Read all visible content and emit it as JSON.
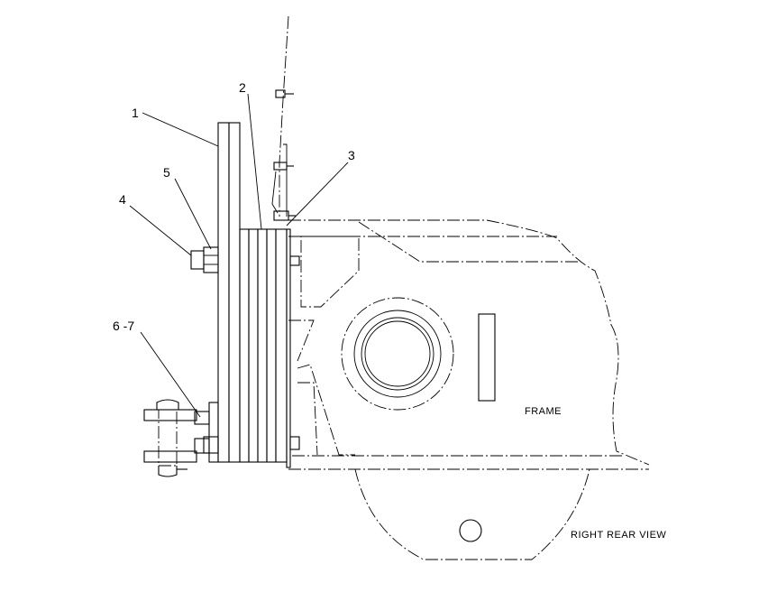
{
  "callouts": [
    "1",
    "2",
    "3",
    "4",
    "5",
    "6 -7"
  ],
  "labels": {
    "frame": "FRAME",
    "view": "RIGHT REAR VIEW"
  }
}
